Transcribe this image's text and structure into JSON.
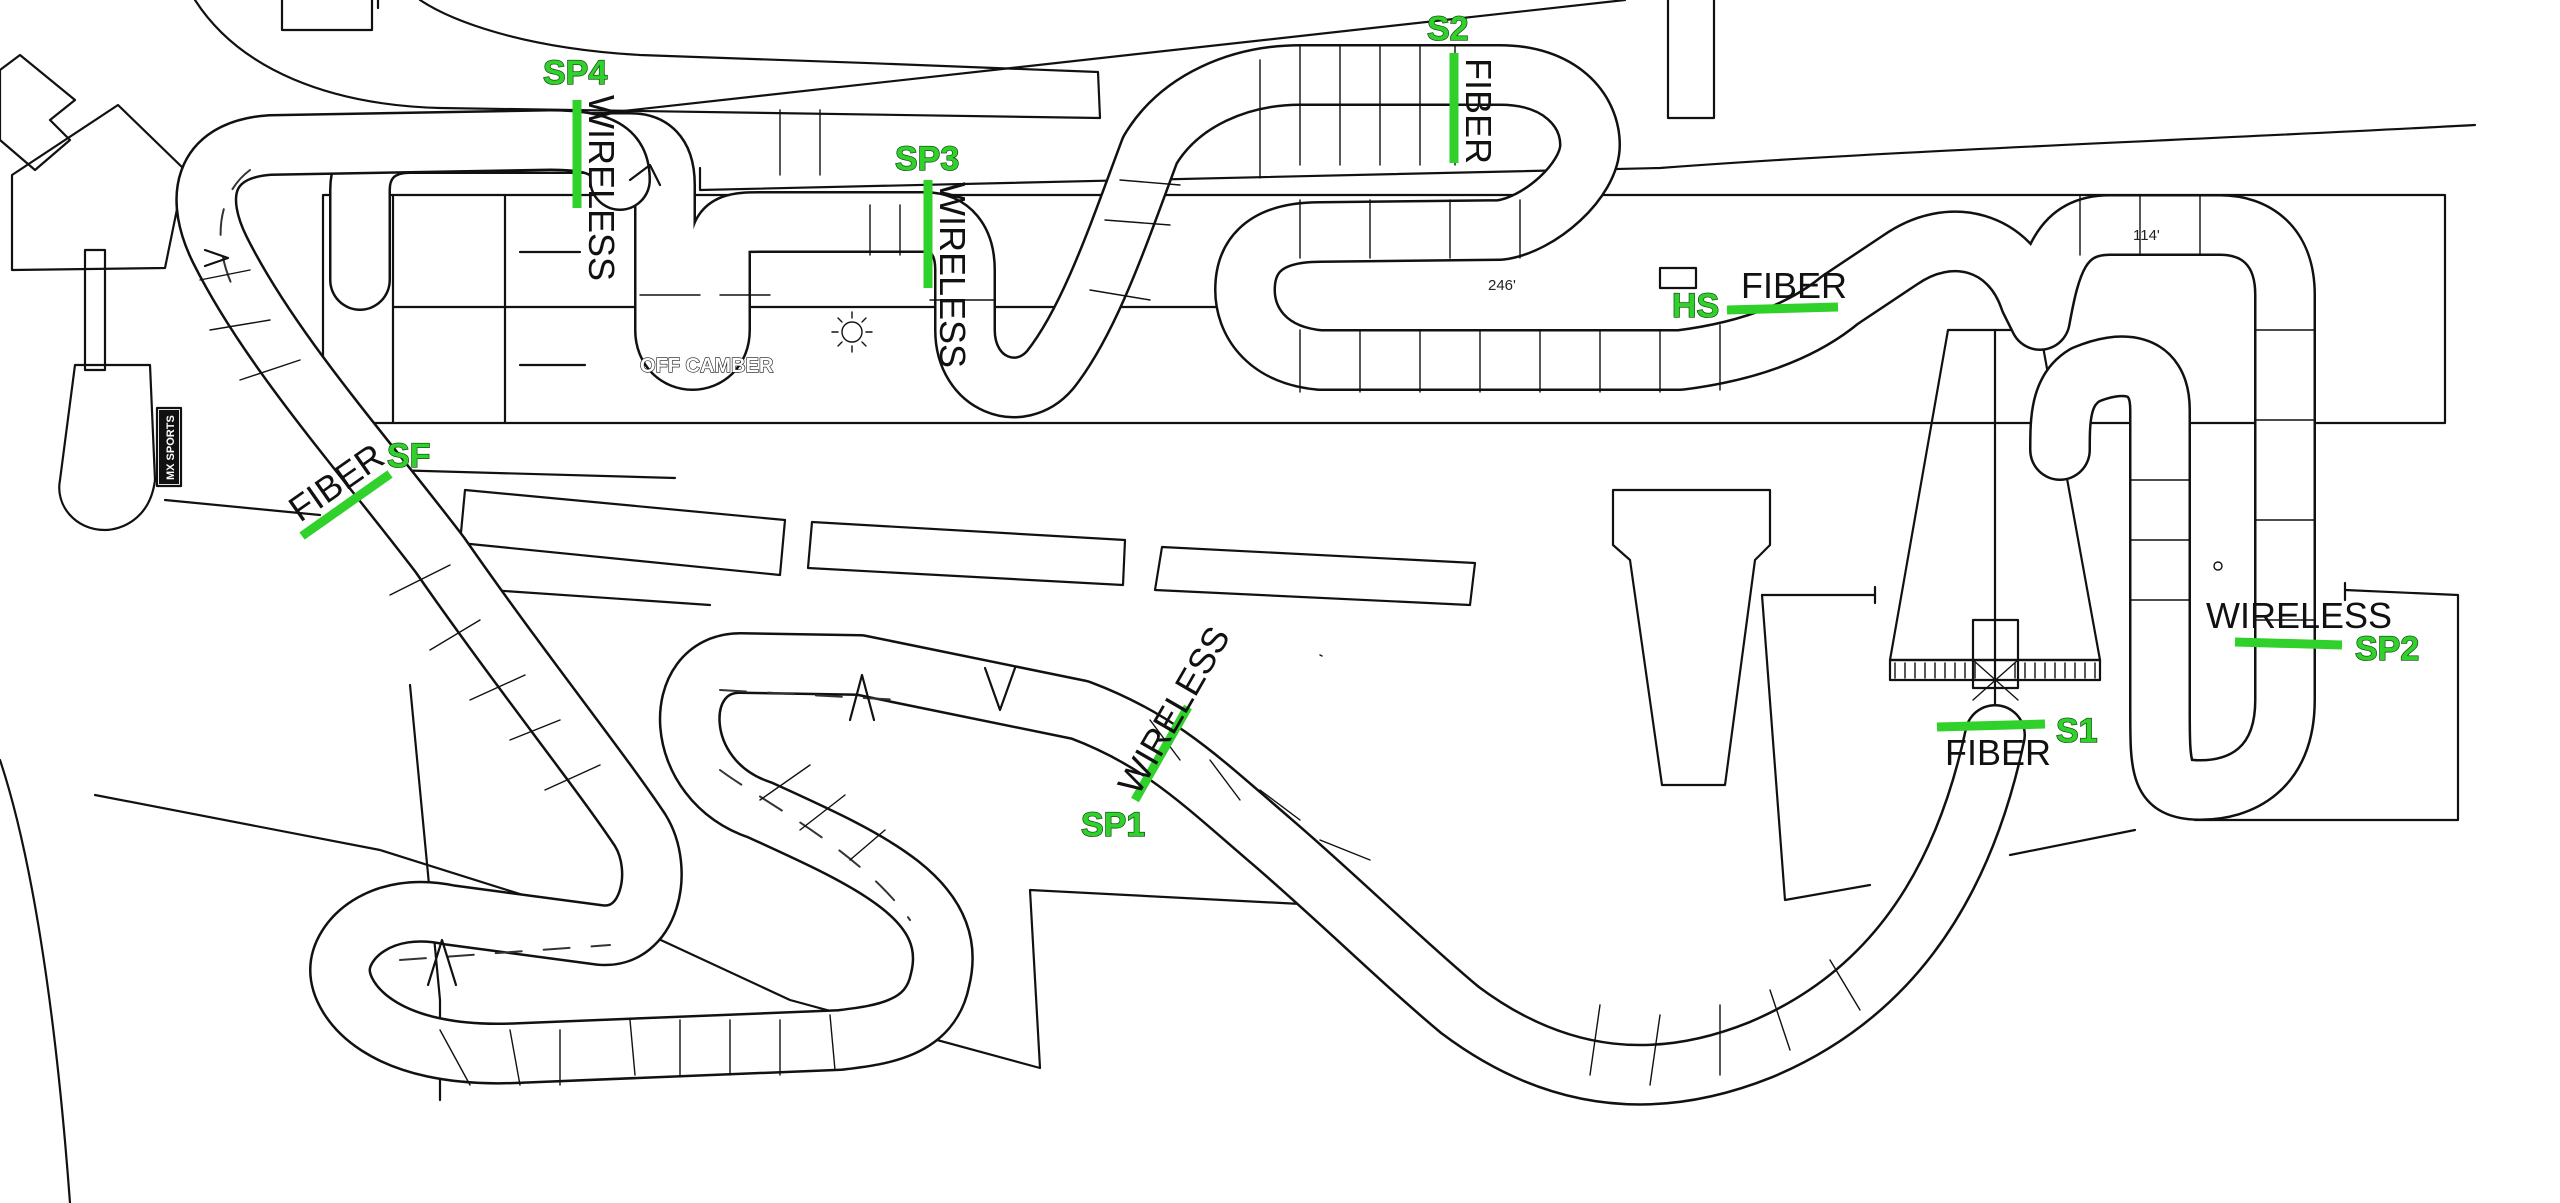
{
  "diagram": {
    "timing_points": [
      {
        "id": "sp4",
        "code": "SP4",
        "type": "WIRELESS"
      },
      {
        "id": "s2",
        "code": "S2",
        "type": "FIBER"
      },
      {
        "id": "sp3",
        "code": "SP3",
        "type": "WIRELESS"
      },
      {
        "id": "hs",
        "code": "HS",
        "type": "FIBER"
      },
      {
        "id": "sf",
        "code": "SF",
        "type": "FIBER"
      },
      {
        "id": "sp1",
        "code": "SP1",
        "type": "WIRELESS"
      },
      {
        "id": "s1",
        "code": "S1",
        "type": "FIBER"
      },
      {
        "id": "sp2",
        "code": "SP2",
        "type": "WIRELESS"
      }
    ],
    "labels": {
      "off_camber": "OFF CAMBER",
      "dimension_246": "246'",
      "dimension_114": "114'",
      "mx_sports": "MX SPORTS"
    },
    "colors": {
      "timing_marker": "#2fd12a",
      "line": "#111111",
      "background": "#ffffff"
    }
  }
}
